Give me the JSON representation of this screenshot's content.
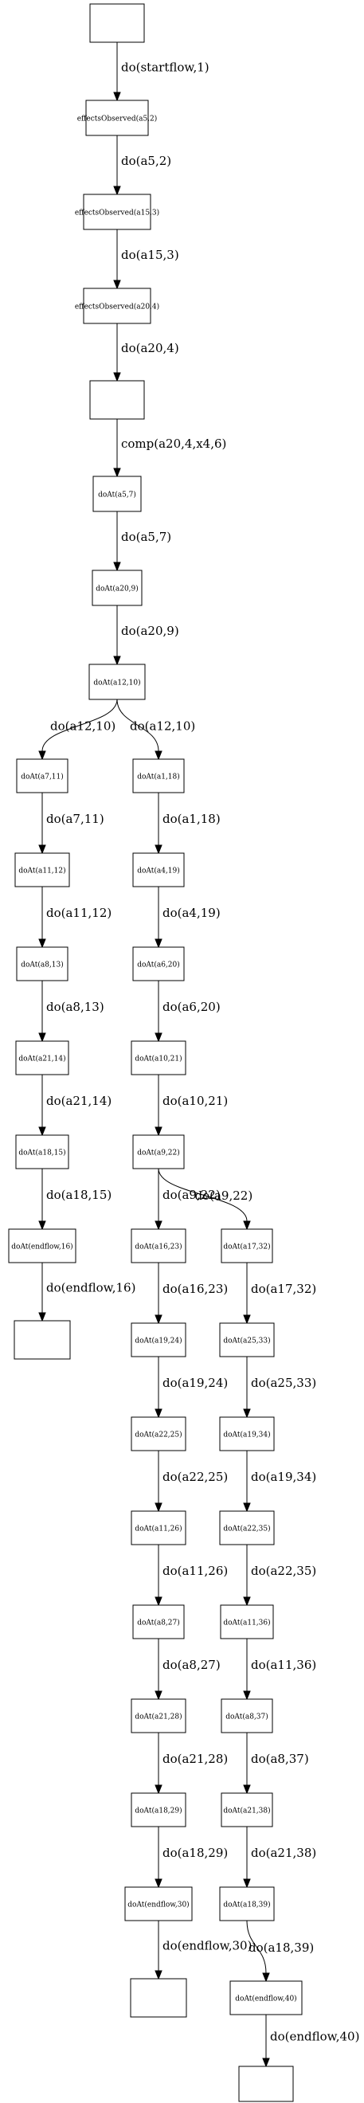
{
  "nodes": [
    {
      "id": "start",
      "label": ""
    },
    {
      "id": "n2",
      "label": "effectsObserved(a5,2)"
    },
    {
      "id": "n3",
      "label": "effectsObserved(a15,3)"
    },
    {
      "id": "n4",
      "label": "effectsObserved(a20,4)"
    },
    {
      "id": "n6",
      "label": ""
    },
    {
      "id": "n7",
      "label": "doAt(a5,7)"
    },
    {
      "id": "n9",
      "label": "doAt(a20,9)"
    },
    {
      "id": "n10",
      "label": "doAt(a12,10)"
    },
    {
      "id": "n11",
      "label": "doAt(a7,11)"
    },
    {
      "id": "n12",
      "label": "doAt(a11,12)"
    },
    {
      "id": "n13",
      "label": "doAt(a8,13)"
    },
    {
      "id": "n14",
      "label": "doAt(a21,14)"
    },
    {
      "id": "n15",
      "label": "doAt(a18,15)"
    },
    {
      "id": "n16",
      "label": "doAt(endflow,16)"
    },
    {
      "id": "end16",
      "label": ""
    },
    {
      "id": "n18",
      "label": "doAt(a1,18)"
    },
    {
      "id": "n19",
      "label": "doAt(a4,19)"
    },
    {
      "id": "n20",
      "label": "doAt(a6,20)"
    },
    {
      "id": "n21",
      "label": "doAt(a10,21)"
    },
    {
      "id": "n22",
      "label": "doAt(a9,22)"
    },
    {
      "id": "n23",
      "label": "doAt(a16,23)"
    },
    {
      "id": "n24",
      "label": "doAt(a19,24)"
    },
    {
      "id": "n25",
      "label": "doAt(a22,25)"
    },
    {
      "id": "n26",
      "label": "doAt(a11,26)"
    },
    {
      "id": "n27",
      "label": "doAt(a8,27)"
    },
    {
      "id": "n28",
      "label": "doAt(a21,28)"
    },
    {
      "id": "n29",
      "label": "doAt(a18,29)"
    },
    {
      "id": "n30",
      "label": "doAt(endflow,30)"
    },
    {
      "id": "end30",
      "label": ""
    },
    {
      "id": "n32",
      "label": "doAt(a17,32)"
    },
    {
      "id": "n33",
      "label": "doAt(a25,33)"
    },
    {
      "id": "n34",
      "label": "doAt(a19,34)"
    },
    {
      "id": "n35",
      "label": "doAt(a22,35)"
    },
    {
      "id": "n36",
      "label": "doAt(a11,36)"
    },
    {
      "id": "n37",
      "label": "doAt(a8,37)"
    },
    {
      "id": "n38",
      "label": "doAt(a21,38)"
    },
    {
      "id": "n39",
      "label": "doAt(a18,39)"
    },
    {
      "id": "n40",
      "label": "doAt(endflow,40)"
    },
    {
      "id": "end40",
      "label": ""
    }
  ],
  "edges": [
    {
      "from": "start",
      "to": "n2",
      "label": "do(startflow,1)"
    },
    {
      "from": "n2",
      "to": "n3",
      "label": "do(a5,2)"
    },
    {
      "from": "n3",
      "to": "n4",
      "label": "do(a15,3)"
    },
    {
      "from": "n4",
      "to": "n6",
      "label": "do(a20,4)"
    },
    {
      "from": "n6",
      "to": "n7",
      "label": "comp(a20,4,x4,6)"
    },
    {
      "from": "n7",
      "to": "n9",
      "label": "do(a5,7)"
    },
    {
      "from": "n9",
      "to": "n10",
      "label": "do(a20,9)"
    },
    {
      "from": "n10",
      "to": "n11",
      "label": "do(a12,10)"
    },
    {
      "from": "n10",
      "to": "n18",
      "label": "do(a12,10)"
    },
    {
      "from": "n11",
      "to": "n12",
      "label": "do(a7,11)"
    },
    {
      "from": "n12",
      "to": "n13",
      "label": "do(a11,12)"
    },
    {
      "from": "n13",
      "to": "n14",
      "label": "do(a8,13)"
    },
    {
      "from": "n14",
      "to": "n15",
      "label": "do(a21,14)"
    },
    {
      "from": "n15",
      "to": "n16",
      "label": "do(a18,15)"
    },
    {
      "from": "n16",
      "to": "end16",
      "label": "do(endflow,16)"
    },
    {
      "from": "n18",
      "to": "n19",
      "label": "do(a1,18)"
    },
    {
      "from": "n19",
      "to": "n20",
      "label": "do(a4,19)"
    },
    {
      "from": "n20",
      "to": "n21",
      "label": "do(a6,20)"
    },
    {
      "from": "n21",
      "to": "n22",
      "label": "do(a10,21)"
    },
    {
      "from": "n22",
      "to": "n23",
      "label": "do(a9,22)"
    },
    {
      "from": "n22",
      "to": "n32",
      "label": "do(a9,22)"
    },
    {
      "from": "n23",
      "to": "n24",
      "label": "do(a16,23)"
    },
    {
      "from": "n24",
      "to": "n25",
      "label": "do(a19,24)"
    },
    {
      "from": "n25",
      "to": "n26",
      "label": "do(a22,25)"
    },
    {
      "from": "n26",
      "to": "n27",
      "label": "do(a11,26)"
    },
    {
      "from": "n27",
      "to": "n28",
      "label": "do(a8,27)"
    },
    {
      "from": "n28",
      "to": "n29",
      "label": "do(a21,28)"
    },
    {
      "from": "n29",
      "to": "n30",
      "label": "do(a18,29)"
    },
    {
      "from": "n30",
      "to": "end30",
      "label": "do(endflow,30)"
    },
    {
      "from": "n32",
      "to": "n33",
      "label": "do(a17,32)"
    },
    {
      "from": "n33",
      "to": "n34",
      "label": "do(a25,33)"
    },
    {
      "from": "n34",
      "to": "n35",
      "label": "do(a19,34)"
    },
    {
      "from": "n35",
      "to": "n36",
      "label": "do(a22,35)"
    },
    {
      "from": "n36",
      "to": "n37",
      "label": "do(a11,36)"
    },
    {
      "from": "n37",
      "to": "n38",
      "label": "do(a8,37)"
    },
    {
      "from": "n38",
      "to": "n39",
      "label": "do(a21,38)"
    },
    {
      "from": "n39",
      "to": "n40",
      "label": "do(a18,39)"
    },
    {
      "from": "n40",
      "to": "end40",
      "label": "do(endflow,40)"
    }
  ]
}
